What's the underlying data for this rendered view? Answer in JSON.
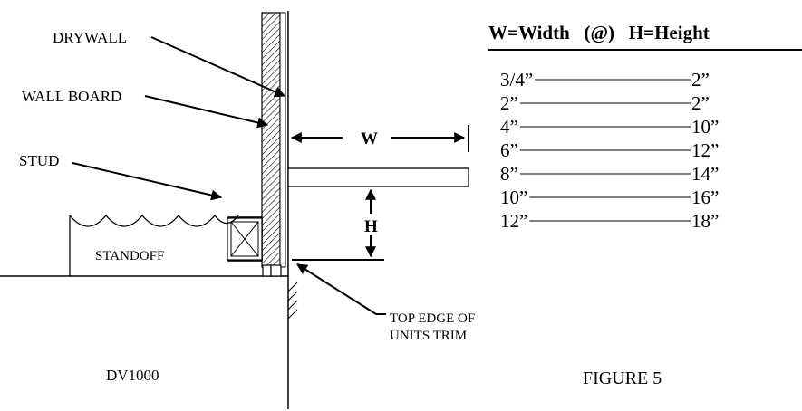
{
  "labels": {
    "drywall": "DRYWALL",
    "wall_board": "WALL BOARD",
    "stud": "STUD",
    "standoff": "STANDOFF",
    "w": "W",
    "h": "H",
    "top_edge_line1": "TOP EDGE OF",
    "top_edge_line2": "UNITS TRIM",
    "model": "DV1000",
    "figure": "FIGURE 5"
  },
  "table": {
    "header": "W=Width   (@)   H=Height",
    "rows": [
      {
        "w": "3/4”",
        "h": "2”"
      },
      {
        "w": "2”",
        "h": "2”"
      },
      {
        "w": "4”",
        "h": "10”"
      },
      {
        "w": "6”",
        "h": "12”"
      },
      {
        "w": "8”",
        "h": "14”"
      },
      {
        "w": "10”",
        "h": "16”"
      },
      {
        "w": "12”",
        "h": "18”"
      }
    ]
  }
}
